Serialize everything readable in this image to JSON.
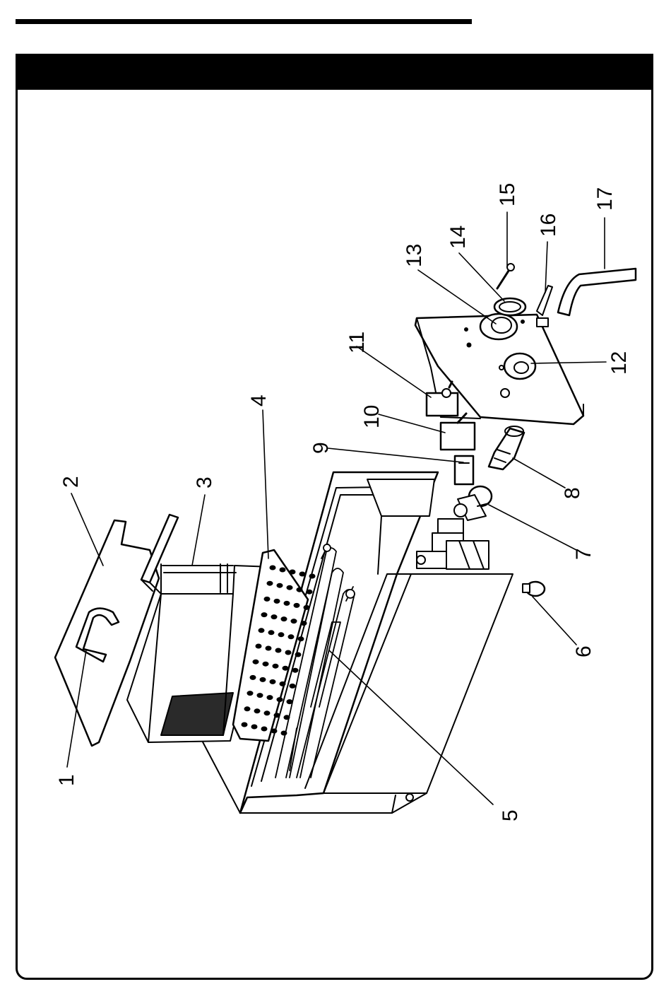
{
  "header": {
    "title": ""
  },
  "callouts": [
    {
      "id": "1"
    },
    {
      "id": "2"
    },
    {
      "id": "3"
    },
    {
      "id": "4"
    },
    {
      "id": "5"
    },
    {
      "id": "6"
    },
    {
      "id": "7"
    },
    {
      "id": "8"
    },
    {
      "id": "9"
    },
    {
      "id": "10"
    },
    {
      "id": "11"
    },
    {
      "id": "12"
    },
    {
      "id": "13"
    },
    {
      "id": "14"
    },
    {
      "id": "15"
    },
    {
      "id": "16"
    },
    {
      "id": "17"
    }
  ],
  "colors": {
    "ink": "#000000",
    "paper": "#ffffff",
    "mesh": "#2a2a2a",
    "shade": "#d8d8d8"
  }
}
